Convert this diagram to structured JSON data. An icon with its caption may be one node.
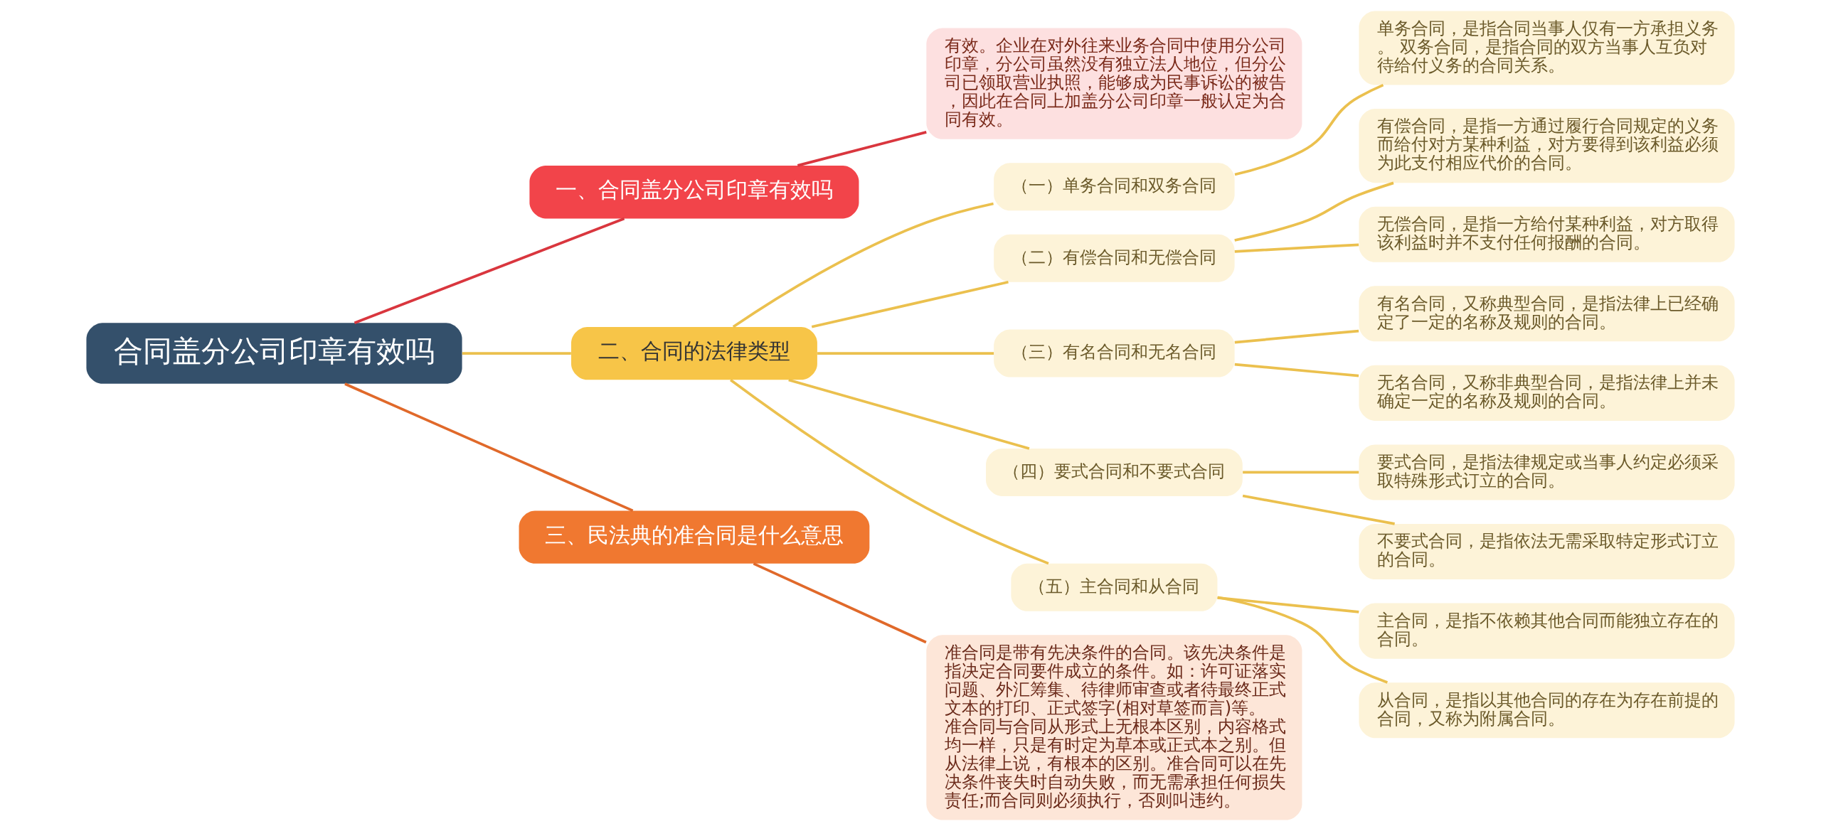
{
  "diagram": {
    "nodes": [
      {
        "text": [
          "合同盖分公司印章有效吗"
        ]
      },
      {
        "text": [
          "一、合同盖分公司印章有效吗"
        ]
      },
      {
        "text": [
          "有效。企业在对外往来业务合同中使用分公司印章，分公司虽然没有独立法人地位，但分公司已领取营业执照，能够成为民事诉讼的被告，因此在合同上加盖分公司印章一般认定为合同有效。"
        ]
      },
      {
        "text": [
          "二、合同的法律类型"
        ]
      },
      {
        "text": [
          "（一）单务合同和双务合同"
        ]
      },
      {
        "text": [
          "单务合同，是指合同当事人仅有一方承担义务。 双务合同，是指合同的双方当事人互负对待给付义务的合同关系。"
        ]
      },
      {
        "text": [
          "（二）有偿合同和无偿合同"
        ]
      },
      {
        "text": [
          "有偿合同，是指一方通过履行合同规定的义务而给付对方某种利益，对方要得到该利益必须为此支付相应代价的合同。"
        ]
      },
      {
        "text": [
          "无偿合同，是指一方给付某种利益，对方取得该利益时并不支付任何报酬的合同。"
        ]
      },
      {
        "text": [
          "（三）有名合同和无名合同"
        ]
      },
      {
        "text": [
          "有名合同，又称典型合同，是指法律上已经确定了一定的名称及规则的合同。"
        ]
      },
      {
        "text": [
          "无名合同，又称非典型合同，是指法律上并未确定一定的名称及规则的合同。"
        ]
      },
      {
        "text": [
          "（四）要式合同和不要式合同"
        ]
      },
      {
        "text": [
          "要式合同，是指法律规定或当事人约定必须采取特殊形式订立的合同。"
        ]
      },
      {
        "text": [
          "不要式合同，是指依法无需采取特定形式订立的合同。"
        ]
      },
      {
        "text": [
          "（五）主合同和从合同"
        ]
      },
      {
        "text": [
          "主合同，是指不依赖其他合同而能独立存在的合同。"
        ]
      },
      {
        "text": [
          "从合同，是指以其他合同的存在为存在前提的合同，又称为附属合同。"
        ]
      },
      {
        "text": [
          "三、民法典的准合同是什么意思"
        ]
      },
      {
        "text": [
          "准合同是带有先决条件的合同。该先决条件是指决定合同要件成立的条件。如：许可证落实问题、外汇筹集、待律师审查或者待最终正式文本的打印、正式签字(相对草签而言)等。准合同与合同从形式上无根本区别，内容格式均一样，只是有时定为草本或正式本之别。但从法律上说，有根本的区别。准合同可以在先决条件丧失时自动失败，而无需承担任何损失责任;而合同则必须执行，否则叫违约。"
        ]
      }
    ],
    "edges": [
      {
        "from": 0,
        "to": 1,
        "arrow": "none",
        "color": "#d9363e"
      },
      {
        "from": 1,
        "to": 2,
        "arrow": "none",
        "color": "#d9363e"
      },
      {
        "from": 0,
        "to": 3,
        "arrow": "none"
      },
      {
        "from": 3,
        "to": 4,
        "arrow": "none"
      },
      {
        "from": 4,
        "to": 5,
        "arrow": "none"
      },
      {
        "from": 3,
        "to": 6,
        "arrow": "none"
      },
      {
        "from": 6,
        "to": 7,
        "arrow": "none"
      },
      {
        "from": 6,
        "to": 8,
        "arrow": "none"
      },
      {
        "from": 3,
        "to": 9,
        "arrow": "none"
      },
      {
        "from": 9,
        "to": 10,
        "arrow": "none"
      },
      {
        "from": 9,
        "to": 11,
        "arrow": "none"
      },
      {
        "from": 3,
        "to": 12,
        "arrow": "none"
      },
      {
        "from": 12,
        "to": 13,
        "arrow": "none"
      },
      {
        "from": 12,
        "to": 14,
        "arrow": "none"
      },
      {
        "from": 3,
        "to": 15,
        "arrow": "none"
      },
      {
        "from": 15,
        "to": 16,
        "arrow": "none"
      },
      {
        "from": 15,
        "to": 17,
        "arrow": "none"
      },
      {
        "from": 0,
        "to": 18,
        "arrow": "none",
        "color": "#e0692a"
      },
      {
        "from": 18,
        "to": 19,
        "arrow": "none",
        "color": "#e0692a"
      }
    ]
  }
}
